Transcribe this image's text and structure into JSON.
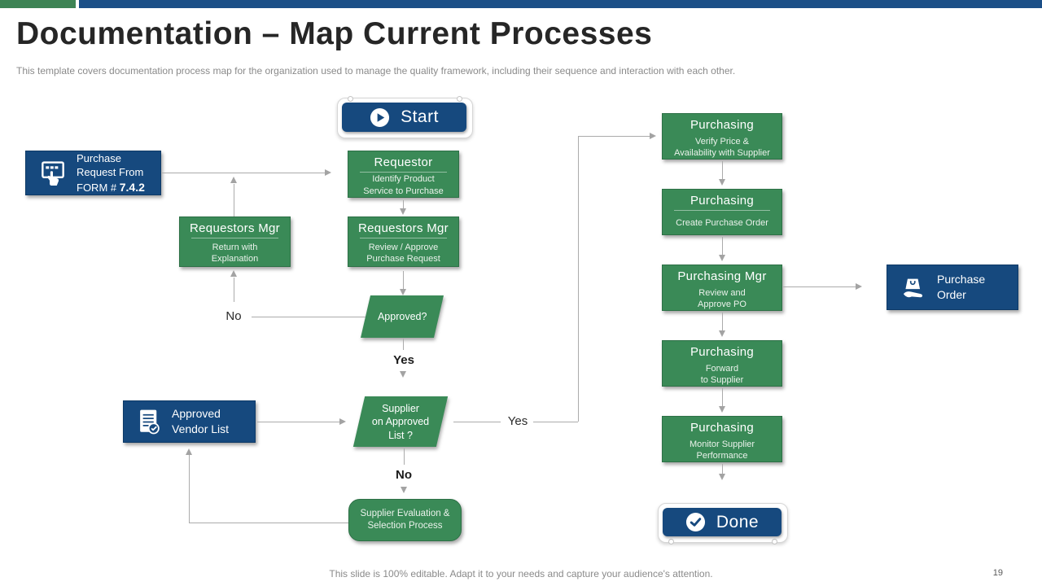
{
  "header": {
    "title": "Documentation – Map Current Processes",
    "subtitle": "This template covers documentation process map for the organization used to manage the quality framework, including their sequence and interaction with each other."
  },
  "footer": {
    "note": "This slide is 100% editable. Adapt it to your needs and capture your audience's attention.",
    "page": "19"
  },
  "colors": {
    "green": "#3A8A57",
    "blue": "#16497E",
    "topbar_green": "#3E8455",
    "topbar_blue": "#1B4F87",
    "connector": "#A3A3A3"
  },
  "flow": {
    "start": {
      "label": "Start"
    },
    "done": {
      "label": "Done"
    },
    "purchase_request": {
      "text": "Purchase\nRequest From\nFORM # ",
      "form_number": "7.4.2"
    },
    "requestor": {
      "title": "Requestor",
      "subtitle": "Identify Product\nService to Purchase"
    },
    "requestors_mgr_return": {
      "title": "Requestors Mgr",
      "subtitle": "Return with\nExplanation"
    },
    "requestors_mgr_review": {
      "title": "Requestors Mgr",
      "subtitle": "Review / Approve\nPurchase Request"
    },
    "approved_q": {
      "label": "Approved?",
      "yes": "Yes",
      "no": "No"
    },
    "vendor_list": {
      "label": "Approved\nVendor List"
    },
    "supplier_q": {
      "label": "Supplier\non Approved\nList ?",
      "yes": "Yes",
      "no": "No"
    },
    "supplier_eval": {
      "label": "Supplier Evaluation &\nSelection Process"
    },
    "purchasing_chain": [
      {
        "title": "Purchasing",
        "subtitle": "Verify Price &\nAvailability with Supplier"
      },
      {
        "title": "Purchasing",
        "subtitle": "Create Purchase Order"
      },
      {
        "title": "Purchasing Mgr",
        "subtitle": "Review and\nApprove PO"
      },
      {
        "title": "Purchasing",
        "subtitle": "Forward\nto Supplier"
      },
      {
        "title": "Purchasing",
        "subtitle": "Monitor Supplier\nPerformance"
      }
    ],
    "purchase_order": {
      "label": "Purchase\nOrder"
    }
  }
}
